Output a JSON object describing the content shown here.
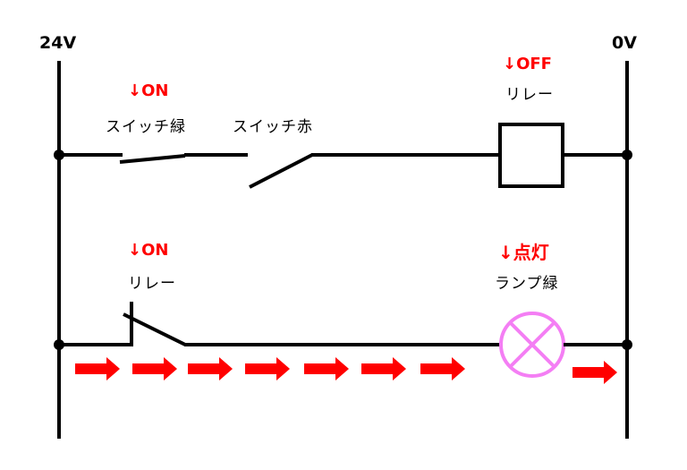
{
  "colors": {
    "wire": "#000000",
    "state_text": "#ff0000",
    "current_arrow": "#ff0000",
    "lamp": "#f47ef4"
  },
  "rails": {
    "positive_label": "24V",
    "negative_label": "0V"
  },
  "rung1": {
    "switch_green": {
      "name": "スイッチ緑",
      "state": "↓ON",
      "type": "normally-open",
      "closed": true
    },
    "switch_red": {
      "name": "スイッチ赤",
      "state": "",
      "type": "normally-open",
      "closed": false
    },
    "relay_coil": {
      "name": "リレー",
      "state": "↓OFF",
      "icon": "relay-coil-box"
    }
  },
  "rung2": {
    "relay_contact": {
      "name": "リレー",
      "state": "↓ON",
      "type": "normally-closed",
      "closed": true
    },
    "lamp_green": {
      "name": "ランプ緑",
      "state": "↓点灯",
      "icon": "lamp-cross-circle"
    },
    "current_flow": {
      "direction": "right",
      "arrow_count": 8,
      "icon": "right-arrow-icon"
    }
  }
}
